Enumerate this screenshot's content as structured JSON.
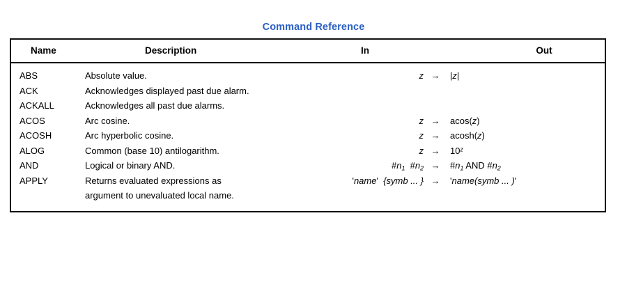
{
  "document": {
    "title": "Command Reference",
    "title_color": "#2b5fc4",
    "border_color": "#111111"
  },
  "table": {
    "headers": {
      "name": "Name",
      "description": "Description",
      "in": "In",
      "out": "Out"
    },
    "arrow_glyph": "→",
    "rows": [
      {
        "name": "ABS",
        "description": "Absolute value.",
        "description_line2": "",
        "in_plain": "z",
        "arrow": "→",
        "out_plain": "|z|"
      },
      {
        "name": "ACK",
        "description": "Acknowledges displayed past due alarm.",
        "description_line2": "",
        "in_plain": "",
        "arrow": "",
        "out_plain": ""
      },
      {
        "name": "ACKALL",
        "description": "Acknowledges all past due alarms.",
        "description_line2": "",
        "in_plain": "",
        "arrow": "",
        "out_plain": ""
      },
      {
        "name": "ACOS",
        "description": "Arc cosine.",
        "description_line2": "",
        "in_plain": "z",
        "arrow": "→",
        "out_plain": "acos(z)"
      },
      {
        "name": "ACOSH",
        "description": "Arc hyperbolic cosine.",
        "description_line2": "",
        "in_plain": "z",
        "arrow": "→",
        "out_plain": "acosh(z)"
      },
      {
        "name": "ALOG",
        "description": "Common (base 10) antilogarithm.",
        "description_line2": "",
        "in_plain": "z",
        "arrow": "→",
        "out_plain": "10ᶻ"
      },
      {
        "name": "AND",
        "description": "Logical or binary AND.",
        "description_line2": "",
        "in_plain": "#n1  #n2",
        "arrow": "→",
        "out_plain": "#n1 AND #n2"
      },
      {
        "name": "APPLY",
        "description": "Returns evaluated expressions as",
        "description_line2": "argument to unevaluated local name.",
        "in_plain": "'name'  {symb ... }",
        "arrow": "→",
        "out_plain": "'name(symb ... )'"
      }
    ]
  }
}
